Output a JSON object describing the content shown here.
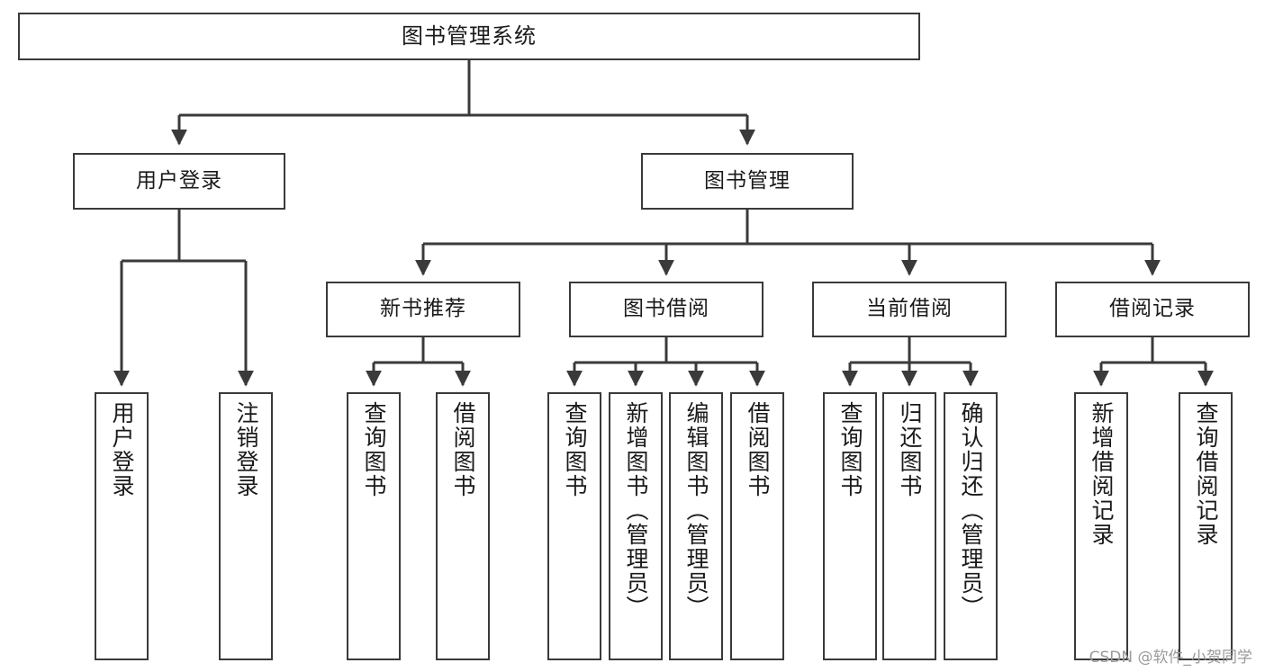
{
  "diagram": {
    "type": "tree-hierarchy",
    "title": "图书管理系统",
    "watermark": "CSDN @软件_小贺同学",
    "colors": {
      "border": "#3a3a3a",
      "background": "#ffffff",
      "text": "#1a1a1a",
      "watermark": "#9a9a9a"
    },
    "root": {
      "label": "图书管理系统"
    },
    "level2": [
      {
        "label": "用户登录"
      },
      {
        "label": "图书管理"
      }
    ],
    "level3": [
      {
        "label": "新书推荐"
      },
      {
        "label": "图书借阅"
      },
      {
        "label": "当前借阅"
      },
      {
        "label": "借阅记录"
      }
    ],
    "leaves": {
      "user_login": [
        {
          "label": "用户登录"
        },
        {
          "label": "注销登录"
        }
      ],
      "new_book_recommend": [
        {
          "label": "查询图书"
        },
        {
          "label": "借阅图书"
        }
      ],
      "book_borrow": [
        {
          "label": "查询图书"
        },
        {
          "label": "新增图书（管理员）"
        },
        {
          "label": "编辑图书（管理员）"
        },
        {
          "label": "借阅图书"
        }
      ],
      "current_borrow": [
        {
          "label": "查询图书"
        },
        {
          "label": "归还图书"
        },
        {
          "label": "确认归还（管理员）"
        }
      ],
      "borrow_record": [
        {
          "label": "新增借阅记录"
        },
        {
          "label": "查询借阅记录"
        }
      ]
    }
  }
}
